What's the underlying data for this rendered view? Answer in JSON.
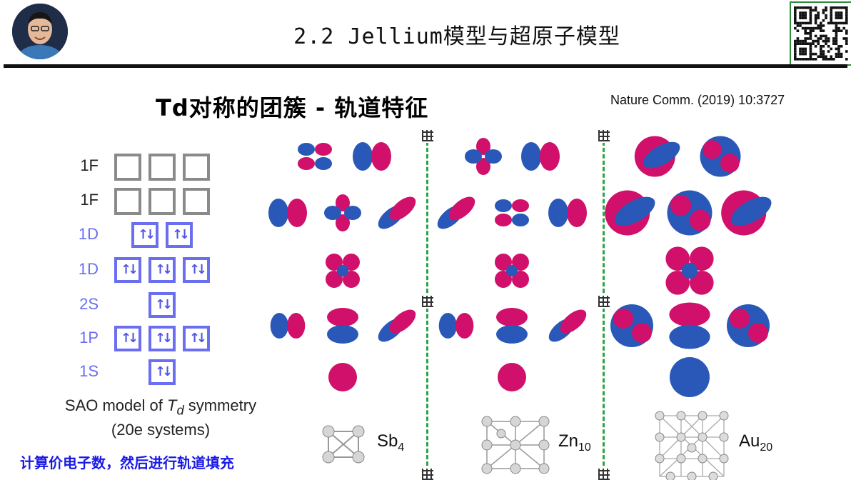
{
  "header": {
    "title": "2.2 Jellium模型与超原子模型"
  },
  "slide": {
    "subtitle": "Td对称的团簇 - 轨道特征",
    "citation": "Nature Comm.  (2019) 10:3727"
  },
  "levels": [
    {
      "label": "1F",
      "boxes": 3,
      "filled": false
    },
    {
      "label": "1F",
      "boxes": 3,
      "filled": false
    },
    {
      "label": "1D",
      "boxes": 2,
      "filled": true
    },
    {
      "label": "1D",
      "boxes": 3,
      "filled": true
    },
    {
      "label": "2S",
      "boxes": 1,
      "filled": true
    },
    {
      "label": "1P",
      "boxes": 3,
      "filled": true
    },
    {
      "label": "1S",
      "boxes": 1,
      "filled": true
    }
  ],
  "model_caption": {
    "line1_prefix": "SAO model of ",
    "line1_symbol": "T",
    "line1_sub": "d",
    "line1_suffix": " symmetry",
    "line2": "(20e systems)"
  },
  "bottom_note": "计算价电子数，然后进行轨道填充",
  "clusters": [
    {
      "element": "Sb",
      "count": "4"
    },
    {
      "element": "Zn",
      "count": "10"
    },
    {
      "element": "Au",
      "count": "20"
    }
  ],
  "colors": {
    "orbital_blue": "#2a58b8",
    "orbital_magenta": "#d0106a",
    "filled_box": "#6a6ef0",
    "empty_box": "#8a8a8a",
    "divider": "#2aa34a",
    "note_text": "#1a1ae6"
  }
}
